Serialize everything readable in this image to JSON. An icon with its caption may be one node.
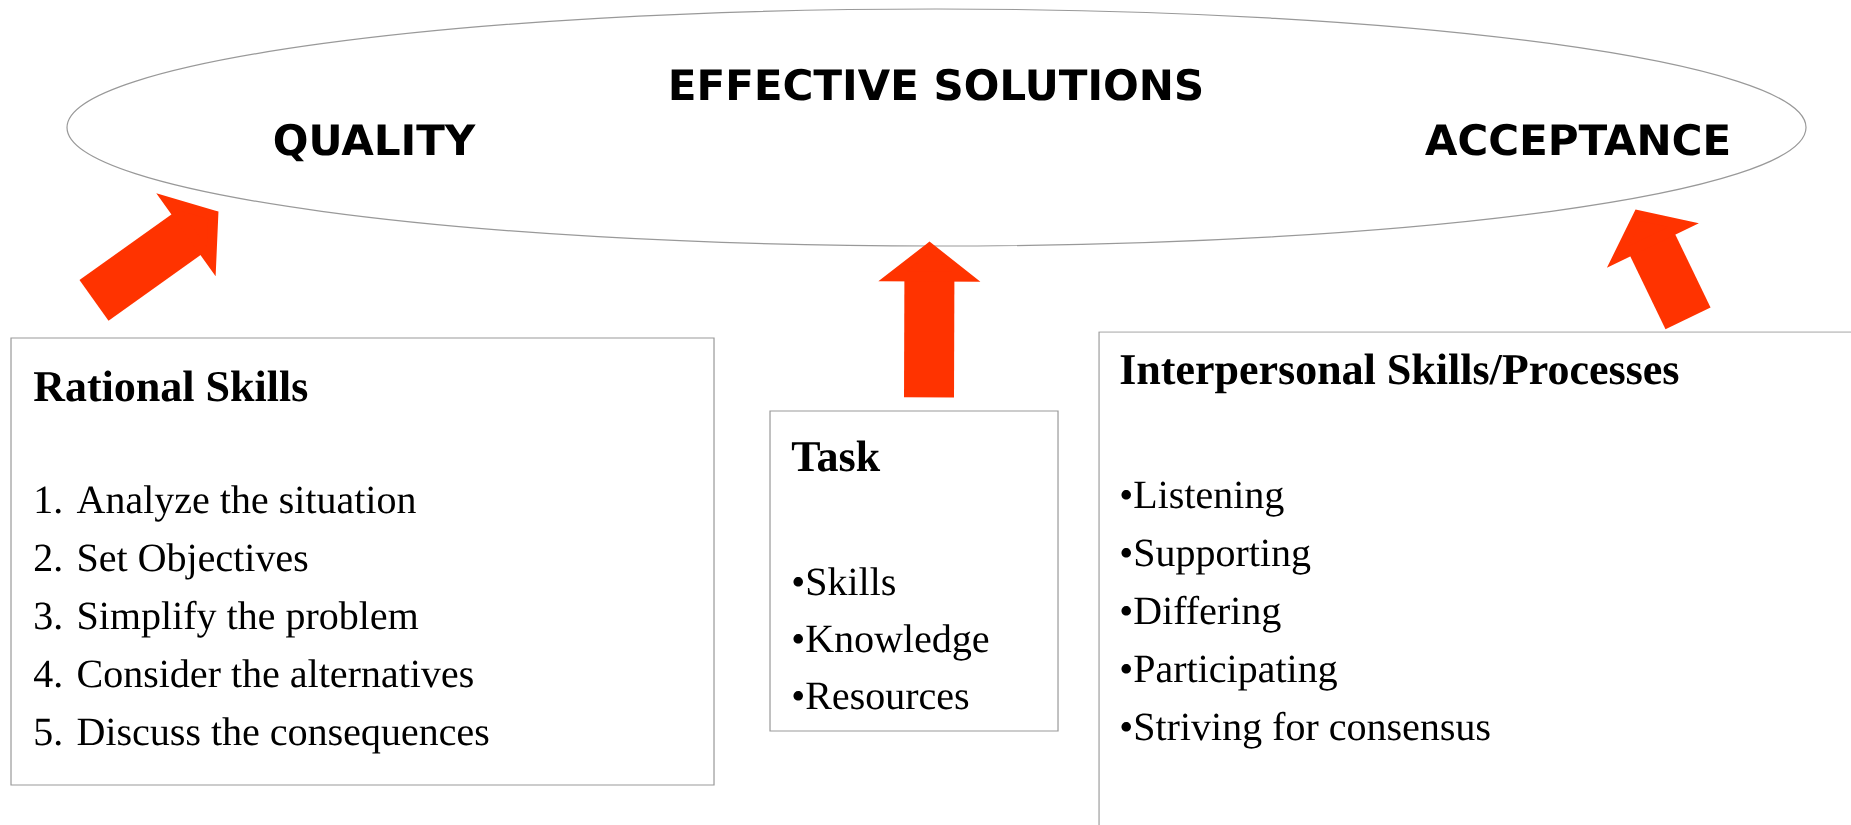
{
  "diagram": {
    "nodes": [
      {
        "text": [
          "EFFECTIVE SOLUTIONS",
          "QUALITY",
          "ACCEPTANCE"
        ]
      },
      {
        "text": [
          "Rational Skills",
          "1. Analyze the situation",
          "2. Set Objectives",
          "3. Simplify the problem",
          "4. Consider the alternatives",
          "5. Discuss the consequences"
        ]
      },
      {
        "text": [
          "Task",
          "•Skills",
          "•Knowledge",
          "•Resources"
        ]
      },
      {
        "text": [
          "Interpersonal Skills/Processes",
          "•Listening",
          "•Supporting",
          "•Differing",
          "•Participating",
          "•Striving for consensus"
        ]
      }
    ],
    "edges": [
      {
        "from": 1,
        "to": 0,
        "arrow": "to"
      },
      {
        "from": 2,
        "to": 0,
        "arrow": "to"
      },
      {
        "from": 3,
        "to": 0,
        "arrow": "to"
      }
    ]
  }
}
